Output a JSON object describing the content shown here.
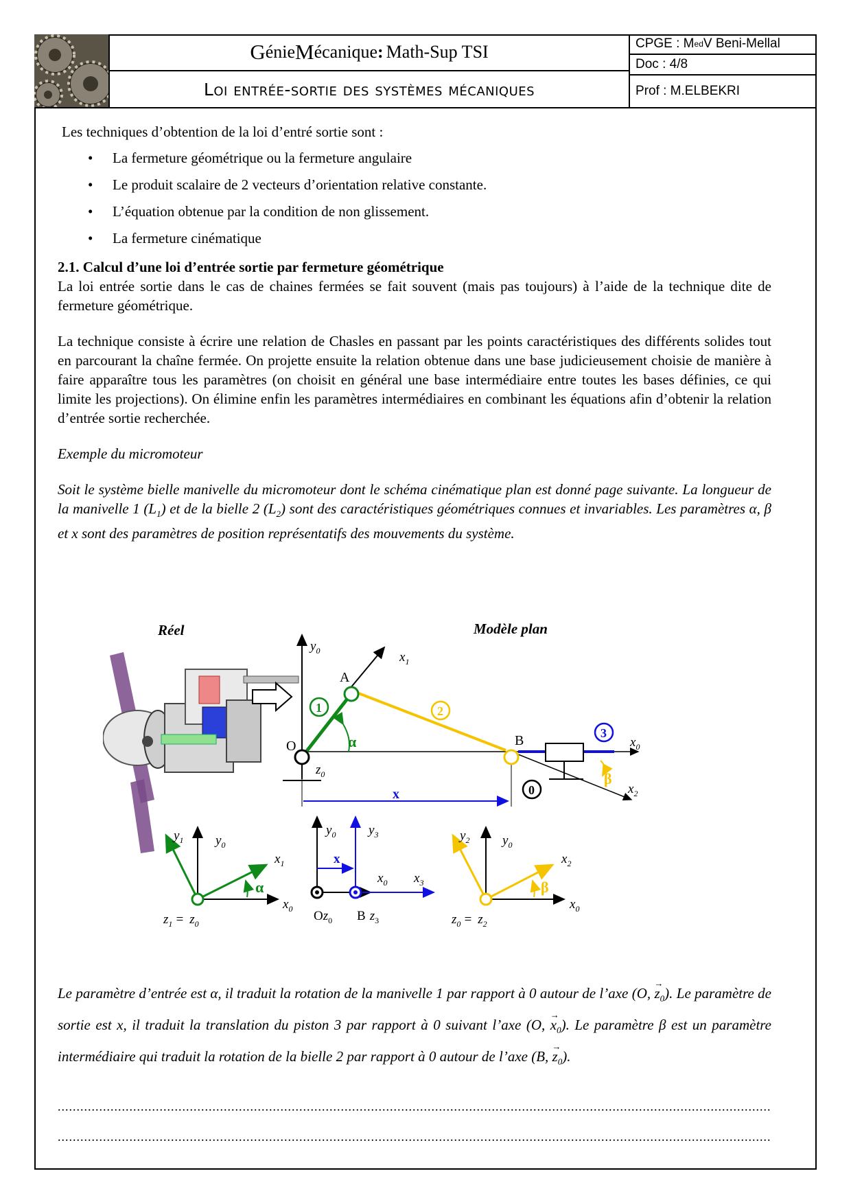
{
  "header": {
    "title_parts": [
      "G",
      "énie ",
      "M",
      "écanique ",
      ": ",
      "Math-Sup TSI"
    ],
    "subtitle": "Loi entrée-sortie des systèmes mécaniques",
    "school": "CPGE : M",
    "school_sup": "ed",
    "school_end": " V Beni-Mellal",
    "doc": "Doc : 4/8",
    "prof": "Prof : M.ELBEKRI"
  },
  "intro": "Les techniques d’obtention de la loi d’entré sortie sont :",
  "techniques": [
    "La fermeture géométrique ou la fermeture angulaire",
    "Le produit scalaire de 2 vecteurs d’orientation relative constante.",
    "L’équation obtenue par la condition de non glissement.",
    "La fermeture cinématique"
  ],
  "section_title": "2.1. Calcul d’une loi d’entrée sortie par fermeture géométrique",
  "para1": "La loi entrée sortie dans le cas de chaines fermées se fait souvent (mais pas toujours) à l’aide de la technique dite de fermeture géométrique.",
  "para2": "La technique consiste à écrire une relation de Chasles en passant par les points caractéristiques des différents solides tout en parcourant la chaîne fermée. On projette ensuite la relation obtenue dans une base judicieusement choisie de manière à faire apparaître tous les paramètres (on choisit en général une base intermédiaire entre toutes les bases définies, ce qui limite les projections). On élimine enfin les paramètres intermédiaires en combinant les équations afin d’obtenir la relation d’entrée sortie recherchée.",
  "example_title": "Exemple du micromoteur",
  "example_text": {
    "a": "Soit le système bielle manivelle du micromoteur dont le schéma cinématique plan est donné page suivante. La longueur de la manivelle 1 (L",
    "a_sub": "1",
    "b": ") et de la bielle 2 (L",
    "b_sub": "2",
    "c": ") sont des caractéristiques géométriques connues et invariables. Les paramètres α, β et x sont des paramètres de position représentatifs des mouvements du système."
  },
  "figure": {
    "label_real": "Réel",
    "label_model": "Modèle plan",
    "points": [
      "O",
      "A",
      "B"
    ],
    "solids": [
      "1",
      "2",
      "3",
      "0"
    ],
    "params": [
      "α",
      "β",
      "x"
    ],
    "vectors": {
      "y0": "y",
      "x0": "x",
      "x1": "x",
      "y1": "y",
      "x2": "x",
      "y2": "y",
      "x3": "x",
      "y3": "y",
      "z0": "z",
      "z1": "z",
      "z2": "z",
      "z3": "z"
    },
    "subs": [
      "0",
      "1",
      "2",
      "3"
    ],
    "eq": "="
  },
  "bottom_text": {
    "l1a": "Le paramètre d’entrée est α, il traduit la rotation de la manivelle 1 par rapport à 0 autour de l’axe (O, ",
    "l1b": "). Le paramètre de sortie est x, il traduit la translation du piston 3 par rapport à 0 suivant l’axe (O, ",
    "l1c": "). Le paramètre β est un paramètre intermédiaire qui traduit la rotation de la bielle 2 par rapport à 0 autour de l’axe (B, ",
    "l1d": ").",
    "vz": "z",
    "vx": "x",
    "s0": "0"
  },
  "dots_line": "................................................................................................................................................................................................................"
}
